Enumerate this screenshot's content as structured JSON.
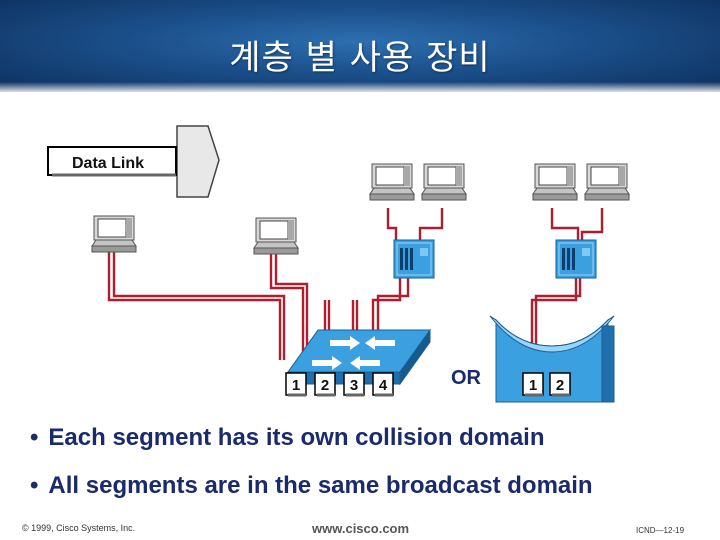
{
  "title": "계층 별 사용 장비",
  "layer_tab_label": "Data Link",
  "or_label": "OR",
  "switch_ports": [
    "1",
    "2",
    "3",
    "4"
  ],
  "bridge_ports": [
    "1",
    "2"
  ],
  "bullets": [
    "Each segment has its own collision domain",
    "All segments are in the same broadcast domain"
  ],
  "footer": {
    "copyright": "© 1999, Cisco Systems, Inc.",
    "website": "www.cisco.com",
    "page": "ICND—12-19"
  },
  "colors": {
    "header": "#1b4f8a",
    "cable": "#b01e2e",
    "hub": "#3aa0e0",
    "bullet_text": "#1a2a6c"
  },
  "icons": [
    "computer-icon",
    "hub-icon",
    "switch-icon",
    "bridge-icon"
  ]
}
